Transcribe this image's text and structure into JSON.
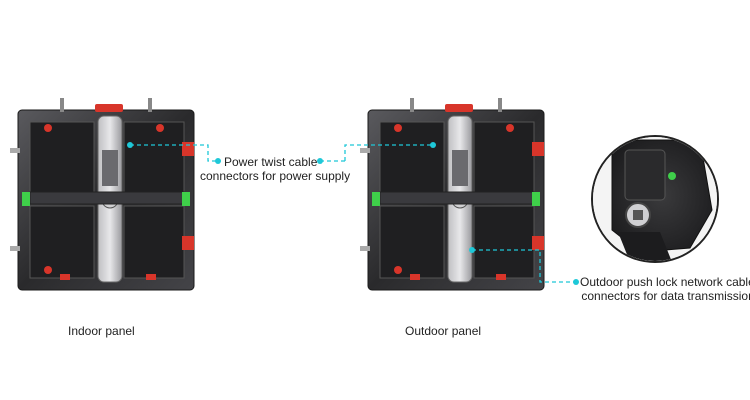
{
  "labels": {
    "indoor": "Indoor panel",
    "outdoor": "Outdoor panel"
  },
  "callouts": {
    "power_line1": "Power twist cable",
    "power_line2": "connectors for power supply",
    "network_line1": "Outdoor push lock network cable",
    "network_line2": "connectors for data transmission"
  },
  "colors": {
    "accent": "#1ec8d8",
    "panel_dark": "#2a2a2c",
    "panel_mid": "#4a4a4e",
    "connector_red": "#d8352a",
    "indicator_green": "#3fcf4a"
  },
  "icons": {
    "panel_left": "led-cabinet-indoor-icon",
    "panel_right": "led-cabinet-outdoor-icon",
    "zoom": "network-connector-closeup-icon"
  }
}
